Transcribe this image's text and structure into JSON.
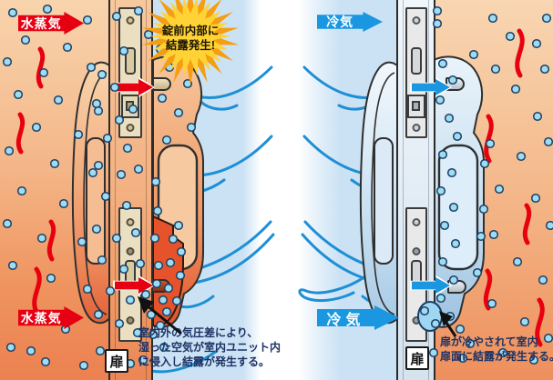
{
  "labels": {
    "water_vapor_top": "水蒸気",
    "water_vapor_bottom": "水蒸気",
    "cold_air_top": "冷気",
    "cold_air_bottom": "冷気",
    "door_left": "扉",
    "door_right": "扉"
  },
  "burst": {
    "line1": "錠前内部に",
    "line2": "結露発生!"
  },
  "annotations": {
    "left": {
      "lines": [
        "室内外の気圧差により、",
        "湿った空気が室内ユニット内",
        "に侵入し結露が発生する。"
      ]
    },
    "right": {
      "lines": [
        "扉が冷やされて室内",
        "扉面に結露が発生する。"
      ]
    }
  },
  "colors": {
    "warm_zone_top": "#f8d4ad",
    "warm_zone_bottom": "#ec8150",
    "cold_zone": "#cbe2f4",
    "cold_stream_band": "#ffffff",
    "vapor_arrow_red": "#e60012",
    "cold_arrow_blue": "#1a97e0",
    "droplet_fill": "#9edcf2",
    "droplet_outline": "#1c3f66",
    "heat_squiggle_red": "#e8000f",
    "wind_swoosh_blue": "#1e8fd5",
    "burst_outer": "#f49e10",
    "burst_inner": "#ffd335",
    "annotation_text_navy": "#1d3264",
    "door_strip_warm": "#f3b182",
    "door_strip_cold": "#e3edf5",
    "faceplate_warm": "#ebdfc2",
    "faceplate_cold": "#e9e9e9"
  },
  "icons": {
    "droplet": "moisture-droplet-icon",
    "heat_wave": "heat-wave-icon",
    "wind_swoosh": "cold-air-current-icon",
    "burst": "starburst-callout-icon"
  }
}
